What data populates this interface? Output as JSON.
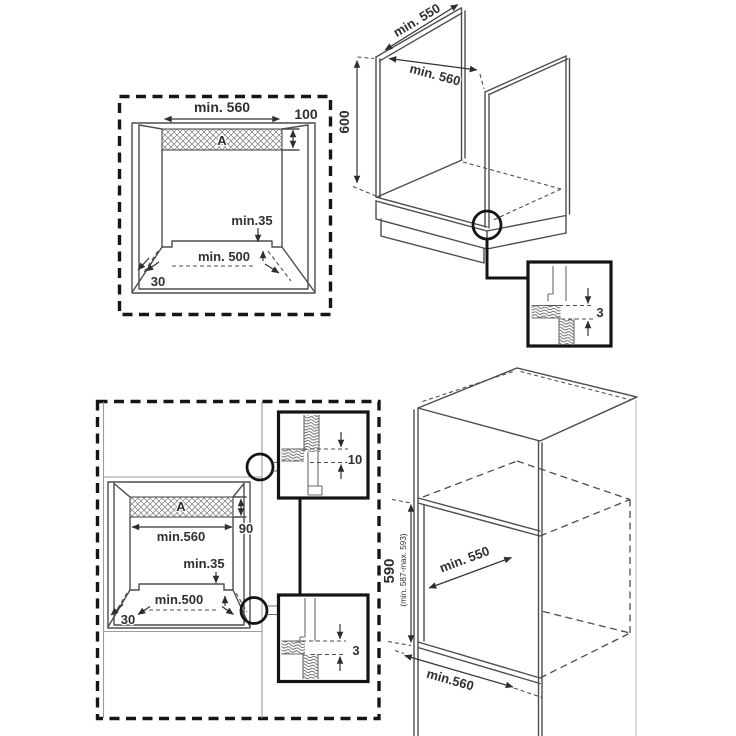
{
  "figure": {
    "background": "#ffffff",
    "line_color": "#4d4d4d",
    "accent_black": "#141414",
    "panels": {
      "cutout_top": {
        "width_label": "min. 560",
        "strip_height_label": "100",
        "strip_label": "A",
        "clearance_label": "min.35",
        "base_width_label": "min. 500",
        "corner_label": "30"
      },
      "cabinet_iso_top": {
        "depth_label": "min. 550",
        "width_label": "min. 560",
        "height_label": "600"
      },
      "detail_top_right": {
        "gap_label": "3"
      },
      "cutout_bottom": {
        "width_label": "min.560",
        "strip_height_label": "90",
        "strip_label": "A",
        "clearance_label": "min.35",
        "base_width_label": "min.500",
        "corner_label": "30"
      },
      "detail_bottom_upper": {
        "gap_label": "10"
      },
      "detail_bottom_lower": {
        "gap_label": "3"
      },
      "column_iso": {
        "height_label": "590",
        "height_range_label": "(min. 587-max. 593)",
        "depth_label": "min. 550",
        "width_label": "min.560"
      }
    }
  }
}
